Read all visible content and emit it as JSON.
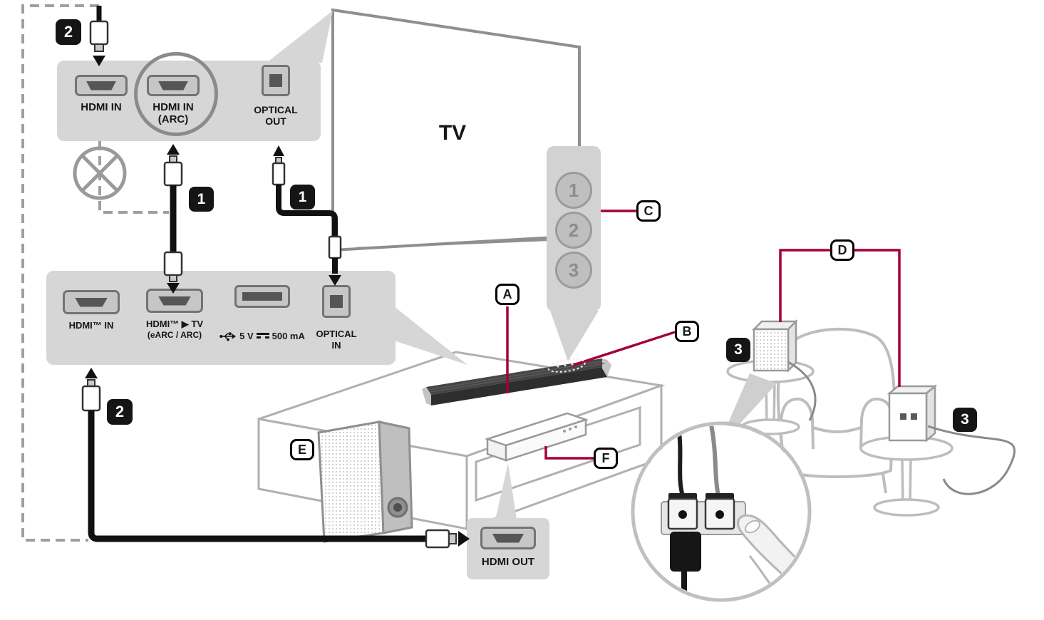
{
  "colors": {
    "accent": "#a50034",
    "panel_gray": "#d6d6d6",
    "badge_black": "#151515",
    "outline_gray": "#8f8f8f"
  },
  "badges": {
    "step1": "1",
    "step2": "2",
    "step3": "3"
  },
  "callouts": {
    "a": "A",
    "b": "B",
    "c": "C",
    "d": "D",
    "e": "E",
    "f": "F"
  },
  "tv": {
    "label": "TV"
  },
  "tv_rear_panel": {
    "hdmi_in": "HDMI IN",
    "hdmi_arc_1": "HDMI IN",
    "hdmi_arc_2": "(ARC)",
    "optical_out_1": "OPTICAL",
    "optical_out_2": "OUT"
  },
  "soundbar_control_panel": {
    "button1": "1",
    "button2": "2",
    "button3": "3"
  },
  "soundbar_rear_panel": {
    "hdmi_in": "HDMI™ IN",
    "hdmi_tv_1": "HDMI™ ▶ TV",
    "hdmi_tv_2": "(eARC / ARC)",
    "usb_volt": "5 V",
    "usb_amp": "500 mA",
    "optical_in_1": "OPTICAL",
    "optical_in_2": "IN"
  },
  "hdmi_out_box": {
    "label": "HDMI OUT"
  }
}
